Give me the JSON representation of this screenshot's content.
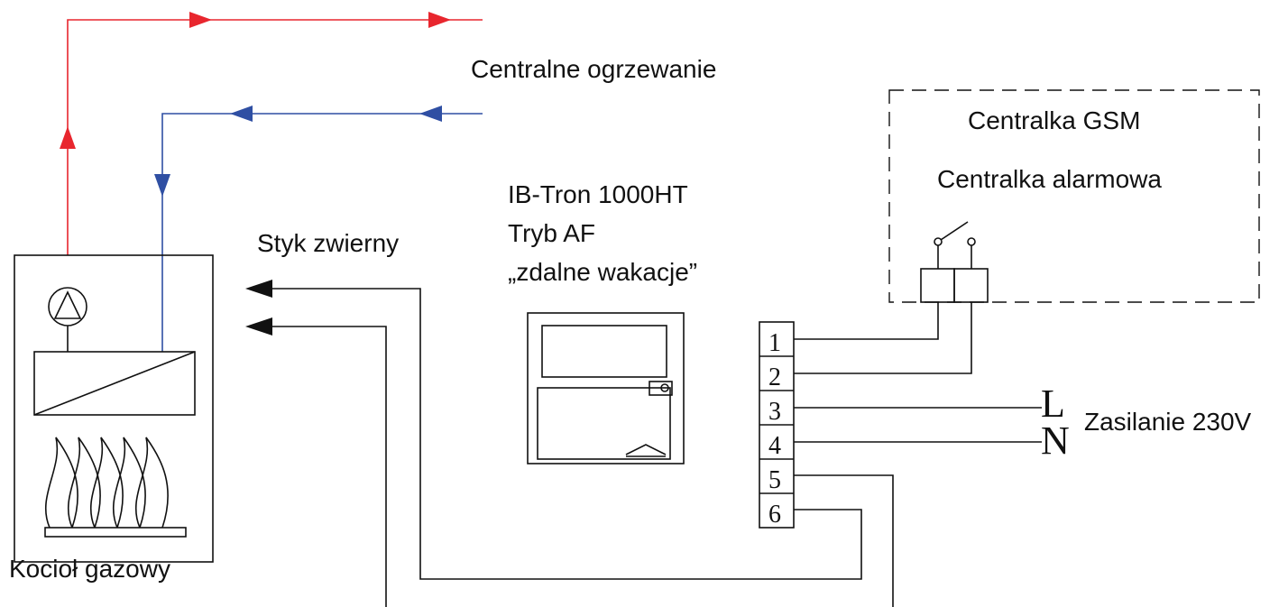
{
  "labels": {
    "heating": "Centralne ogrzewanie",
    "gsm": "Centralka GSM",
    "alarm": "Centralka alarmowa",
    "device_model": "IB-Tron 1000HT",
    "device_mode": "Tryb AF",
    "device_function": "„zdalne wakacje”",
    "contact": "Styk zwierny",
    "power": "Zasilanie 230V",
    "boiler": "Kocioł gazowy",
    "phase": "L",
    "neutral": "N"
  },
  "terminals": [
    "1",
    "2",
    "3",
    "4",
    "5",
    "6"
  ],
  "colors": {
    "supply": "#e8262e",
    "return": "#2f4fa3",
    "wiring": "#111111"
  }
}
